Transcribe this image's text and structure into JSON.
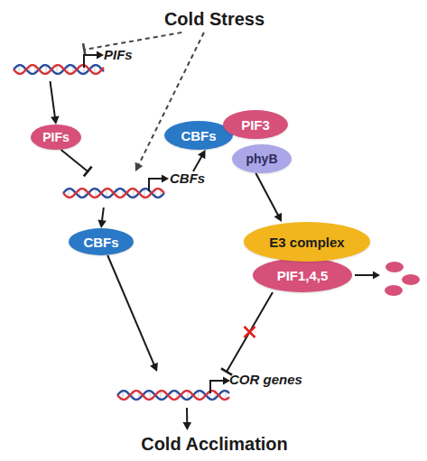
{
  "diagram": {
    "nodes": [
      {
        "text": [
          "Cold Stress"
        ]
      },
      {
        "text": [
          "PIFs"
        ]
      },
      {
        "text": [
          "PIFs"
        ]
      },
      {
        "text": [
          "CBFs"
        ]
      },
      {
        "text": [
          "CBFs"
        ]
      },
      {
        "text": [
          "CBFs"
        ]
      },
      {
        "text": [
          "PIF3"
        ]
      },
      {
        "text": [
          "phyB"
        ]
      },
      {
        "text": [
          "E3 complex"
        ]
      },
      {
        "text": [
          "PIF1,4,5"
        ]
      },
      {
        "text": [
          "COR genes"
        ]
      },
      {
        "text": [
          "Cold Acclimation"
        ]
      }
    ],
    "edges": [
      {
        "from": 0,
        "to": 1,
        "arrow": "to"
      },
      {
        "from": 0,
        "to": 3,
        "arrow": "to"
      },
      {
        "from": 1,
        "to": 2,
        "arrow": "to"
      },
      {
        "from": 2,
        "to": 3,
        "arrow": "to"
      },
      {
        "from": 3,
        "to": 4,
        "arrow": "to"
      },
      {
        "from": 3,
        "to": 5,
        "arrow": "to"
      },
      {
        "from": 7,
        "to": 8,
        "arrow": "to"
      },
      {
        "from": 9,
        "to": 10,
        "arrow": "to"
      },
      {
        "from": 4,
        "to": 10,
        "arrow": "to"
      },
      {
        "from": 10,
        "to": 11,
        "arrow": "to"
      }
    ]
  }
}
